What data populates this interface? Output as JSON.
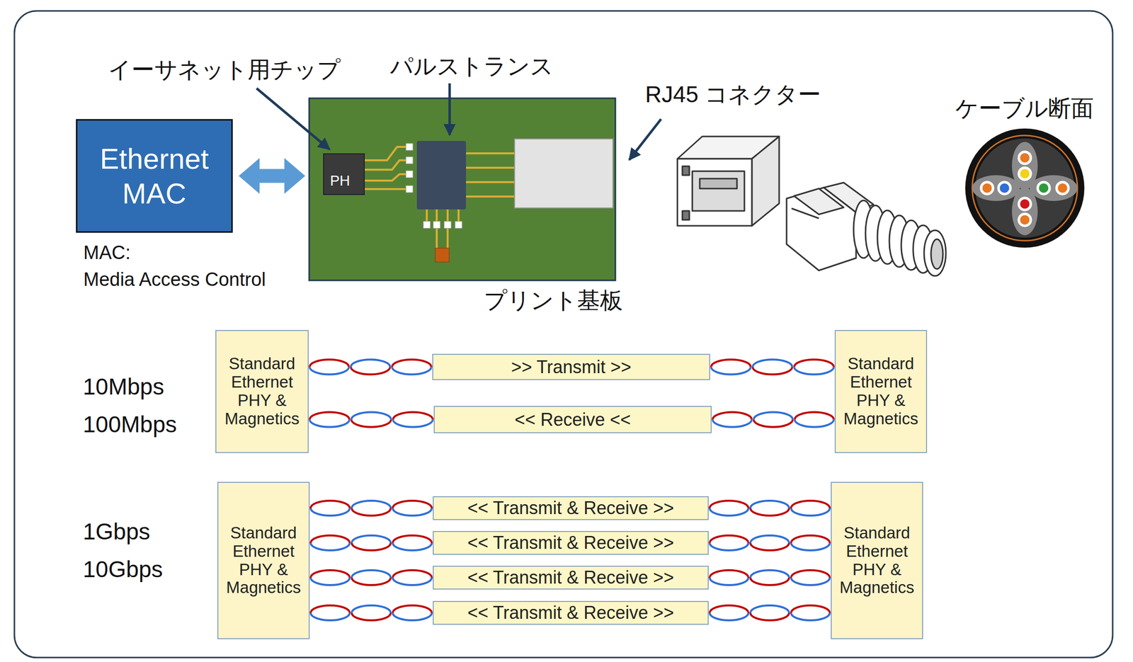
{
  "diagram": {
    "nodes": [
      {
        "text": [
          "Ethernet MAC"
        ]
      },
      {
        "text": [
          "プリント基板"
        ]
      },
      {
        "text": [
          "PH"
        ],
        "in": 1
      },
      {
        "text": [
          "Standard Ethernet PHY & Magnetics"
        ]
      },
      {
        "text": [
          ">> Transmit >>"
        ]
      },
      {
        "text": [
          "Standard Ethernet PHY & Magnetics"
        ]
      },
      {
        "text": [
          "<< Receive <<"
        ]
      },
      {
        "text": [
          "Standard Ethernet PHY & Magnetics"
        ]
      },
      {
        "text": [
          "<< Transmit & Receive >>"
        ]
      },
      {
        "text": [
          "<< Transmit & Receive >>"
        ]
      },
      {
        "text": [
          "<< Transmit & Receive >>"
        ]
      },
      {
        "text": [
          "<< Transmit & Receive >>"
        ]
      },
      {
        "text": [
          "Standard Ethernet PHY & Magnetics"
        ]
      }
    ],
    "edges": [
      {
        "from": 0,
        "to": 1,
        "arrow": "both"
      },
      {
        "from": 3,
        "to": 4,
        "arrow": "none"
      },
      {
        "from": 4,
        "to": 5,
        "arrow": "none"
      },
      {
        "from": 3,
        "to": 6,
        "arrow": "none"
      },
      {
        "from": 6,
        "to": 5,
        "arrow": "none"
      },
      {
        "from": 7,
        "to": 8,
        "arrow": "none"
      },
      {
        "from": 7,
        "to": 9,
        "arrow": "none"
      },
      {
        "from": 7,
        "to": 10,
        "arrow": "none"
      },
      {
        "from": 7,
        "to": 11,
        "arrow": "none"
      },
      {
        "from": 8,
        "to": 12,
        "arrow": "none"
      },
      {
        "from": 9,
        "to": 12,
        "arrow": "none"
      },
      {
        "from": 10,
        "to": 12,
        "arrow": "none"
      },
      {
        "from": 11,
        "to": 12,
        "arrow": "none"
      }
    ],
    "labels": [
      "イーサネット用チップ",
      "パルストランス",
      "RJ45 コネクター",
      "ケーブル断面",
      "MAC:",
      "Media Access Control",
      "10Mbps",
      "100Mbps",
      "1Gbps",
      "10Gbps"
    ]
  }
}
